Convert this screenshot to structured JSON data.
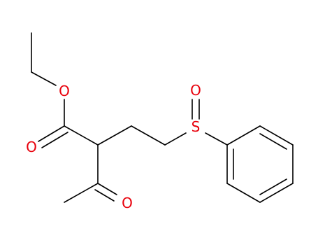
{
  "molecule": {
    "atoms": [
      {
        "id": "ester_o",
        "symbol": "O",
        "color": "#e8000b"
      },
      {
        "id": "keto_o",
        "symbol": "O",
        "color": "#e8000b"
      },
      {
        "id": "acetyl_o",
        "symbol": "O",
        "color": "#e8000b"
      },
      {
        "id": "sulfur",
        "symbol": "S",
        "color": "#e8000b"
      },
      {
        "id": "sulfinyl_o",
        "symbol": "O",
        "color": "#e8000b"
      }
    ]
  }
}
